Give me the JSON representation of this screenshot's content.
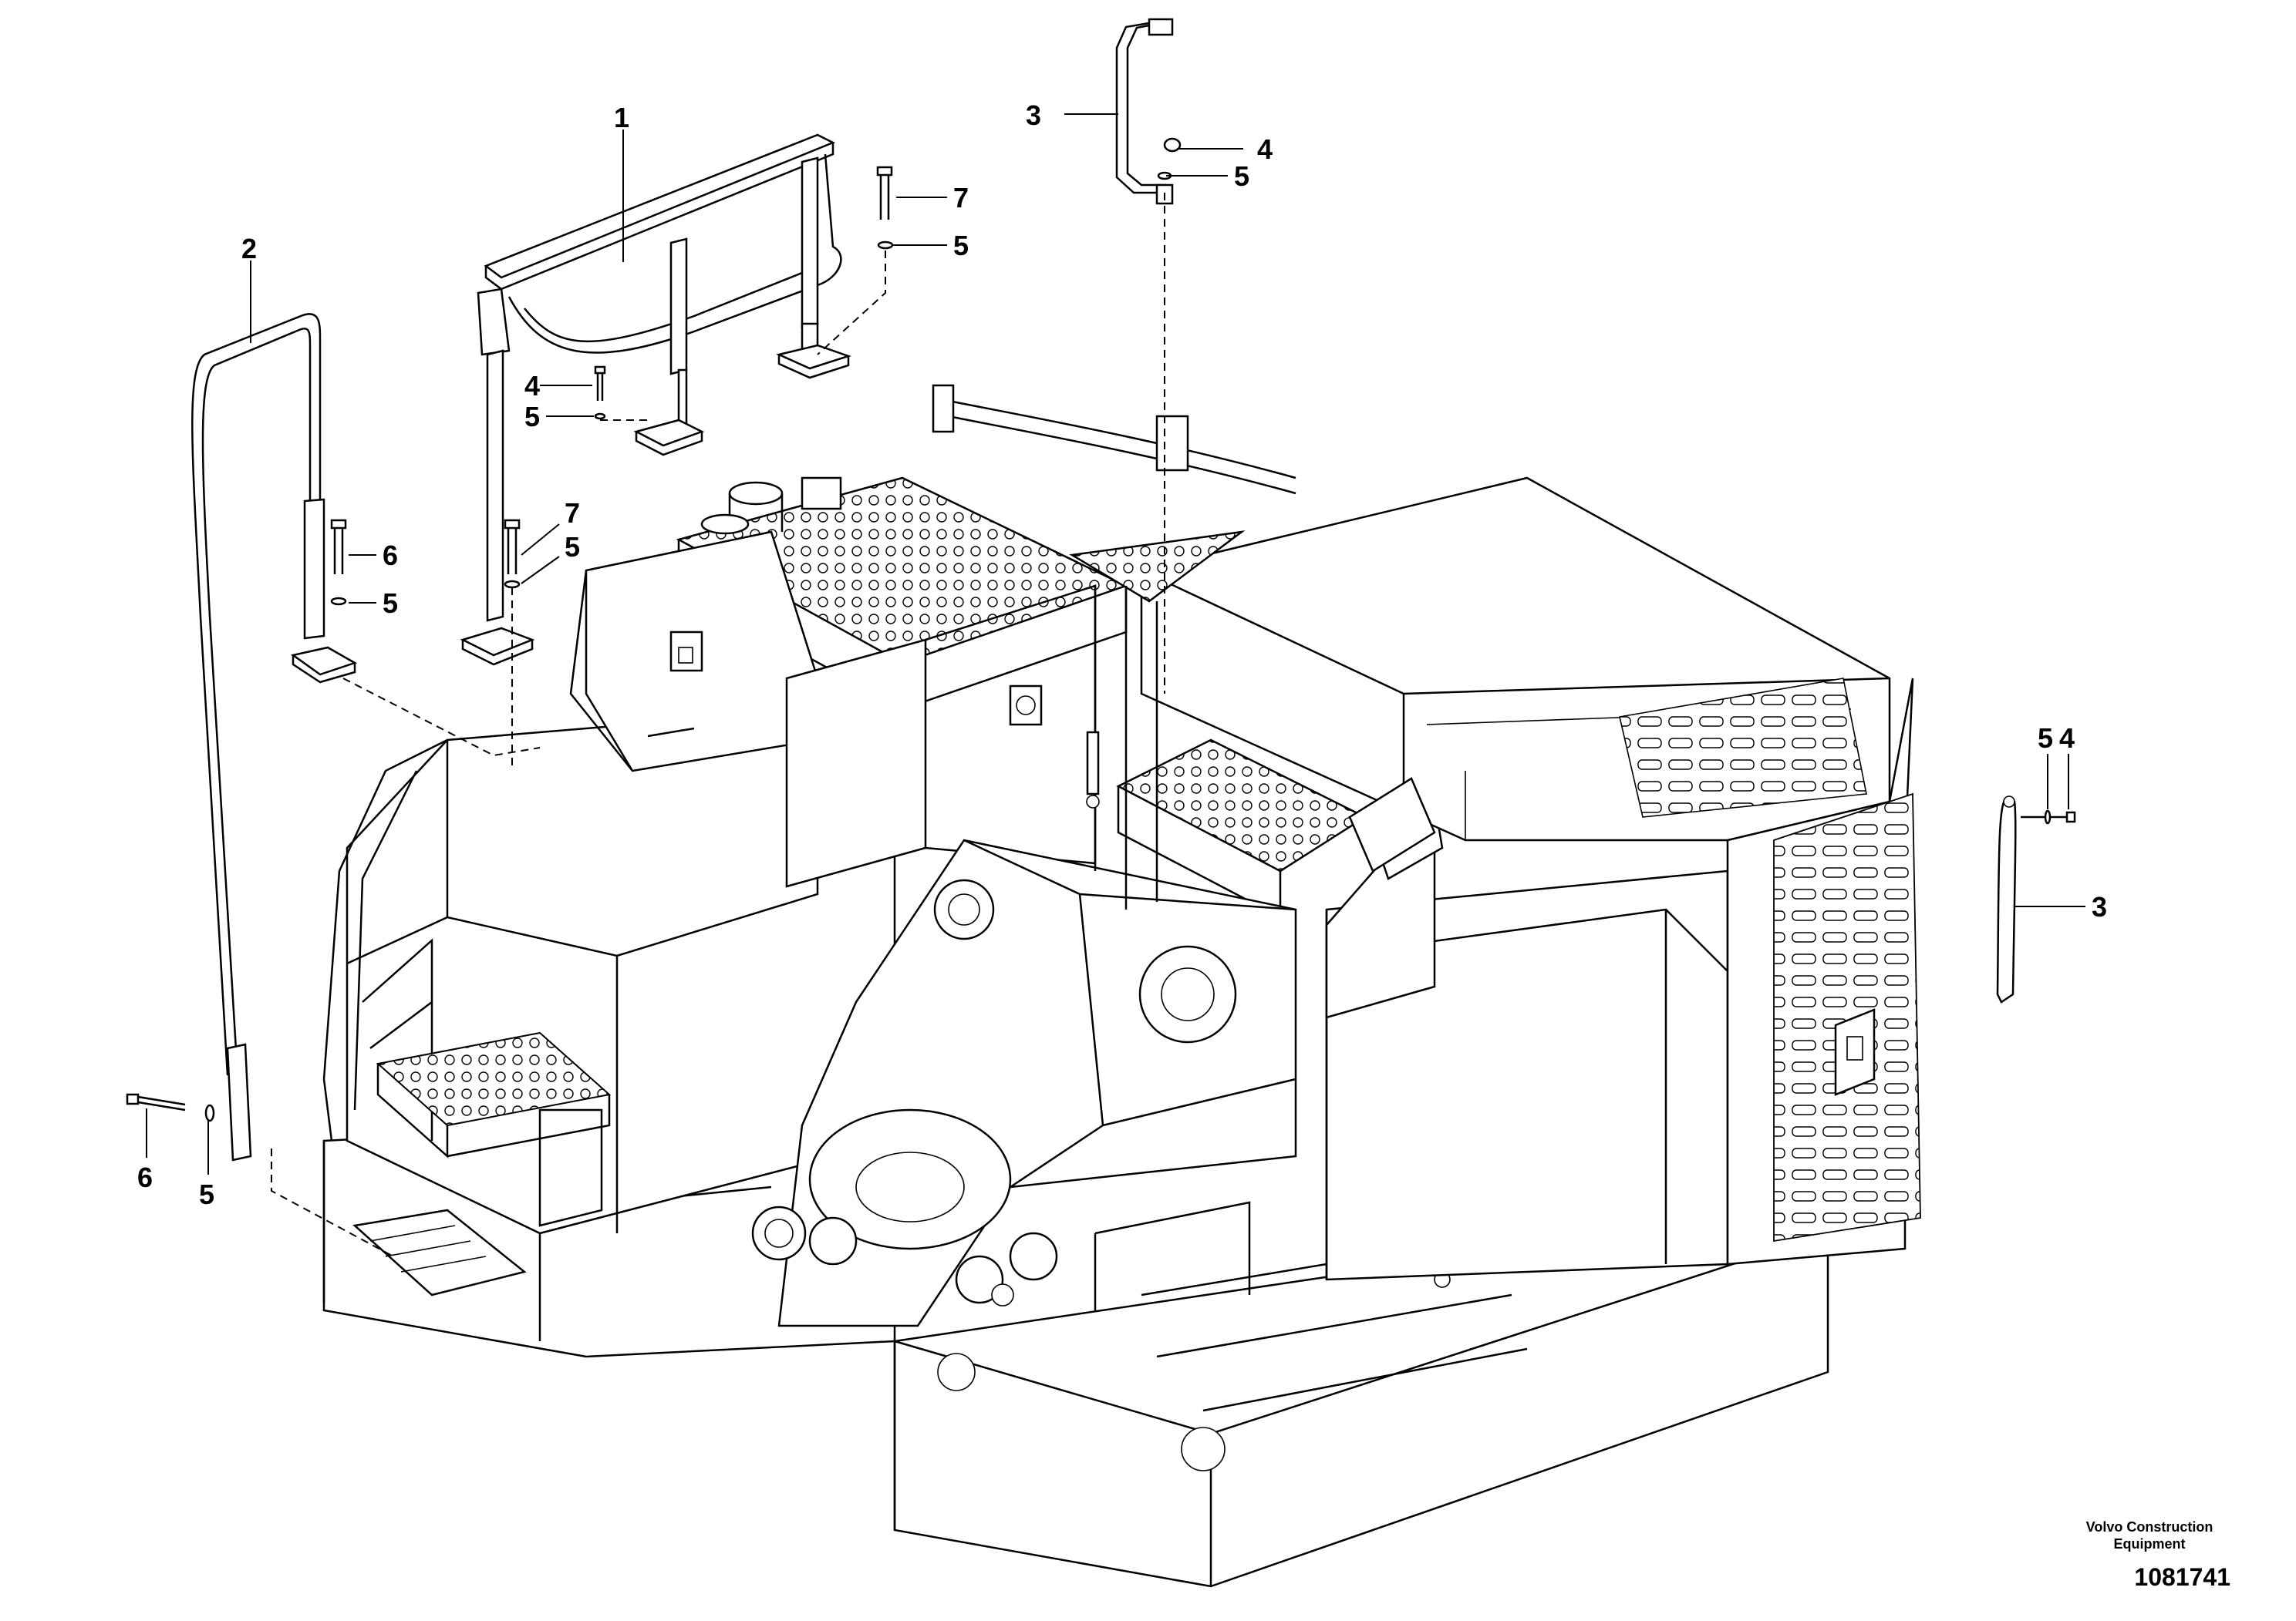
{
  "footer": {
    "company_line1": "Volvo Construction",
    "company_line2": "Equipment",
    "drawing_number": "1081741"
  },
  "callouts": [
    {
      "label": "1",
      "part": "guard rail assembly"
    },
    {
      "label": "2",
      "part": "left handrail"
    },
    {
      "label": "3",
      "part": "upper handle"
    },
    {
      "label": "4",
      "part": "bolt"
    },
    {
      "label": "5",
      "part": "washer"
    },
    {
      "label": "4",
      "part": "bolt"
    },
    {
      "label": "5",
      "part": "washer"
    },
    {
      "label": "7",
      "part": "bolt"
    },
    {
      "label": "5",
      "part": "washer"
    },
    {
      "label": "6",
      "part": "bolt"
    },
    {
      "label": "5",
      "part": "washer"
    },
    {
      "label": "7",
      "part": "bolt"
    },
    {
      "label": "5",
      "part": "washer"
    },
    {
      "label": "5",
      "part": "washer"
    },
    {
      "label": "4",
      "part": "bolt"
    },
    {
      "label": "3",
      "part": "side handle"
    },
    {
      "label": "6",
      "part": "bolt"
    },
    {
      "label": "5",
      "part": "washer"
    }
  ]
}
